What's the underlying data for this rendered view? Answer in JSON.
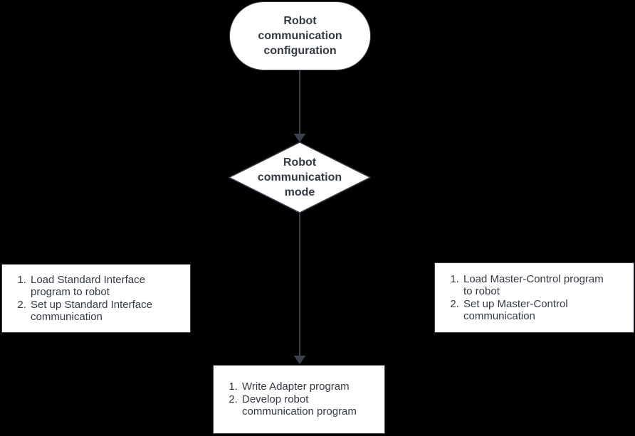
{
  "colors": {
    "background": "#000000",
    "node_fill": "#ffffff",
    "node_border": "#3a414c",
    "edge": "#3a414c",
    "text": "#333a44"
  },
  "nodes": {
    "start": {
      "shape": "stadium",
      "label": "Robot\ncommunication\nconfiguration"
    },
    "decision": {
      "shape": "diamond",
      "label": "Robot\ncommunication\nmode"
    },
    "standard_interface": {
      "shape": "rect",
      "items": [
        "Load Standard Interface\nprogram to robot",
        "Set up Standard Interface\ncommunication"
      ]
    },
    "master_control": {
      "shape": "rect",
      "items": [
        "Load Master-Control program\nto robot",
        "Set up Master-Control\ncommunication"
      ]
    },
    "adapter": {
      "shape": "rect",
      "items": [
        "Write Adapter program",
        "Develop robot\ncommunication program"
      ]
    }
  }
}
